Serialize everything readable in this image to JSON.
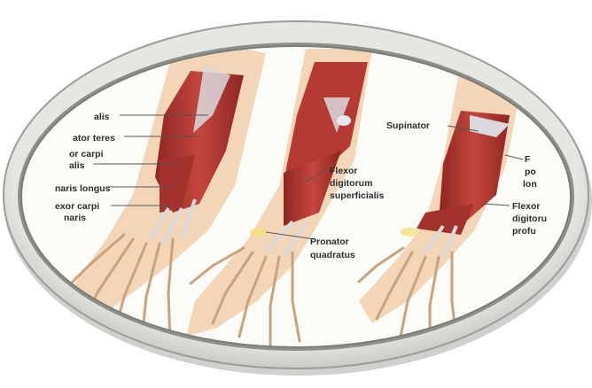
{
  "colors": {
    "frame": "#cfcfcb",
    "frame_shadow": "#9a9a96",
    "interior": "#fbfbf8",
    "skin": "#f2d6b7",
    "muscle": "#b53a34",
    "muscle_dark": "#8d2622",
    "tendon": "#d9d9de",
    "bone": "#f3e3c8",
    "label_text": "#2d2d2d"
  },
  "panel_left": {
    "labels": [
      "alis",
      "ator teres",
      "or carpi",
      "alis",
      "naris longus",
      "exor carpi",
      "naris"
    ]
  },
  "panel_middle": {
    "labels": {
      "flexor_line1": "Flexor",
      "flexor_line2": "digitorum",
      "flexor_line3": "superficialis",
      "pronator_line1": "Pronator",
      "pronator_line2": "quadratus"
    }
  },
  "panel_right": {
    "labels": {
      "supinator": "Supinator",
      "fpl_line1": "F",
      "fpl_line2": "po",
      "fpl_line3": "lon",
      "fdp_line1": "Flexor",
      "fdp_line2": "digitoru",
      "fdp_line3": "profu"
    }
  }
}
